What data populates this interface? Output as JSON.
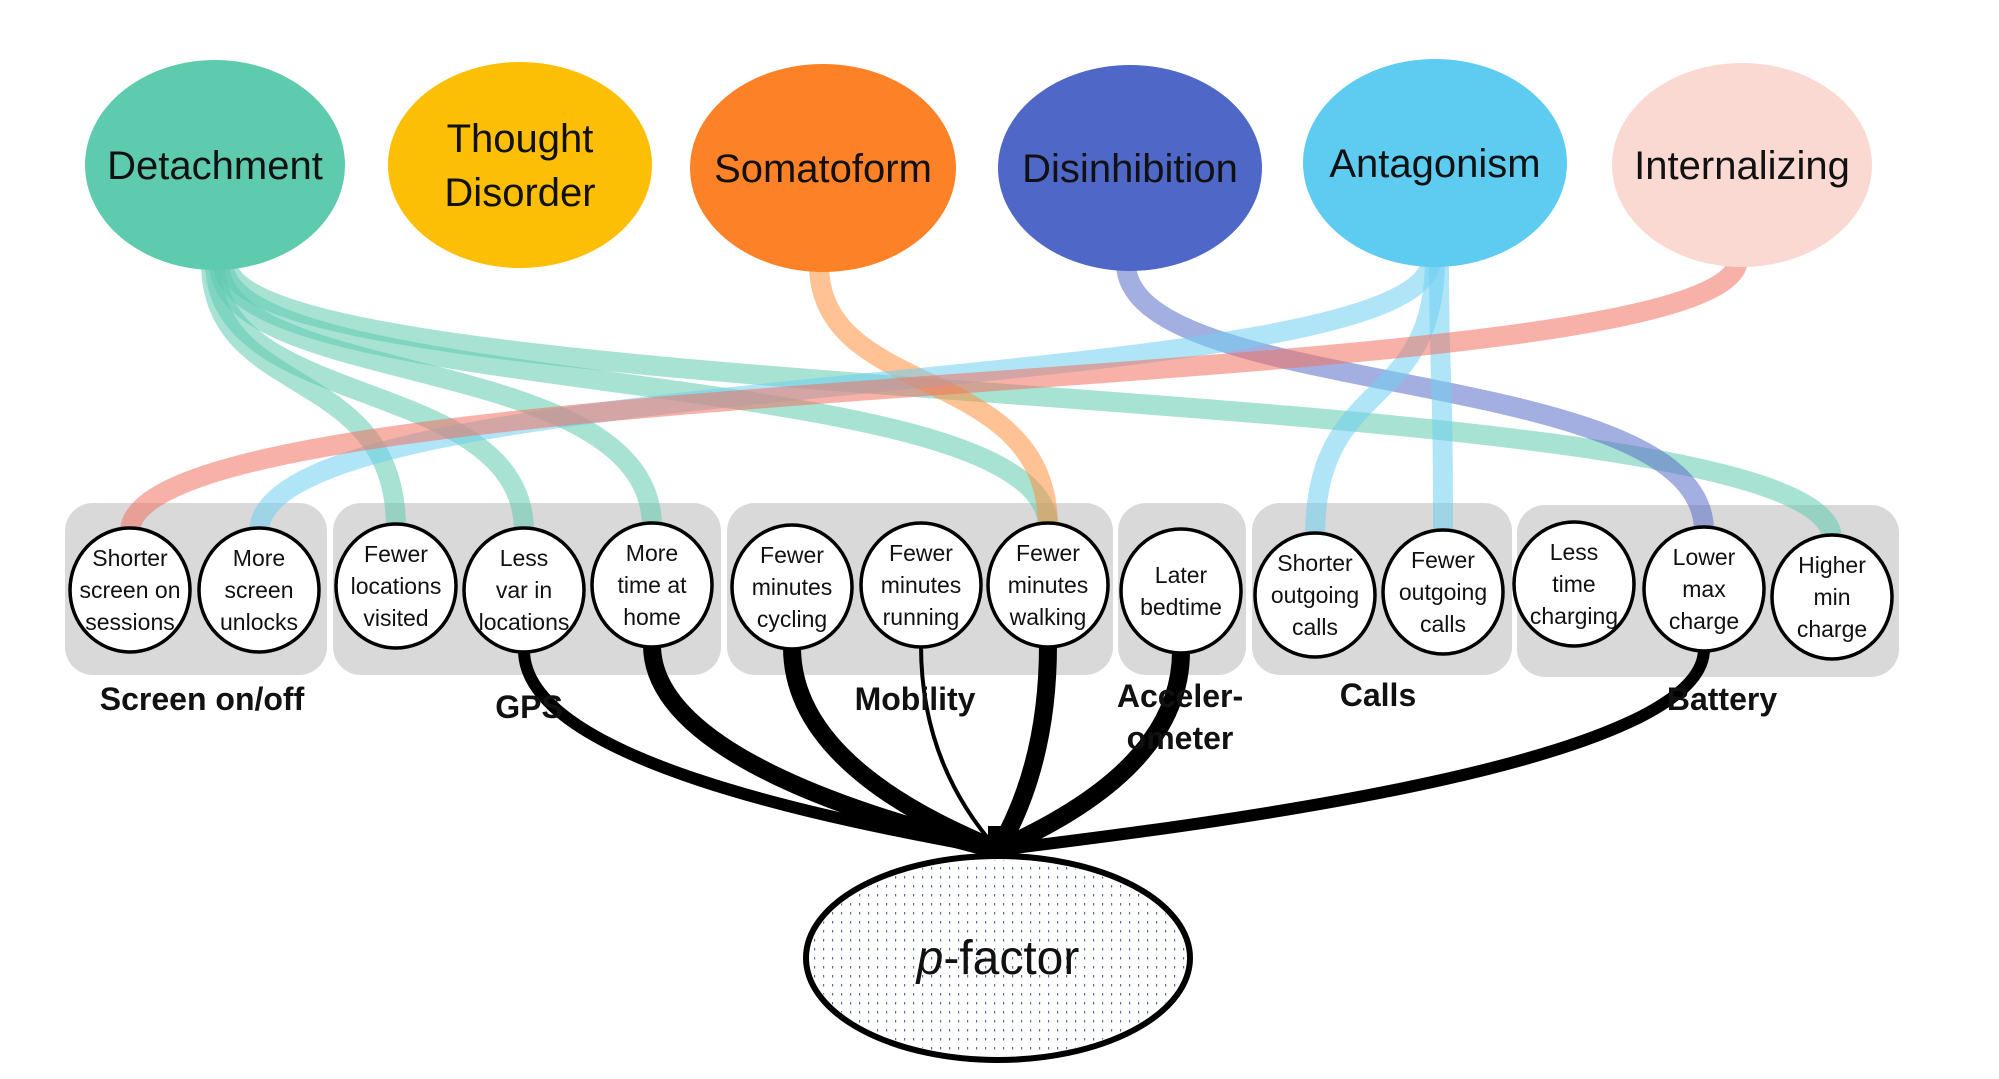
{
  "diagram": {
    "type": "hierarchical factor-to-feature network",
    "factors": [
      {
        "id": "detachment",
        "label_lines": [
          "Detachment"
        ],
        "color": "#5ecbae"
      },
      {
        "id": "thought_disorder",
        "label_lines": [
          "Thought",
          "Disorder"
        ],
        "color": "#fdbf06"
      },
      {
        "id": "somatoform",
        "label_lines": [
          "Somatoform"
        ],
        "color": "#fd8126"
      },
      {
        "id": "disinhibition",
        "label_lines": [
          "Disinhibition"
        ],
        "color": "#4f67c6"
      },
      {
        "id": "antagonism",
        "label_lines": [
          "Antagonism"
        ],
        "color": "#5ecbf0"
      },
      {
        "id": "internalizing",
        "label_lines": [
          "Internalizing"
        ],
        "color": "#fbd9d3"
      }
    ],
    "groups": [
      {
        "id": "screen",
        "label_lines": [
          "Screen on/off"
        ]
      },
      {
        "id": "gps",
        "label_lines": [
          "GPS"
        ]
      },
      {
        "id": "mobility",
        "label_lines": [
          "Mobility"
        ]
      },
      {
        "id": "accelerometer",
        "label_lines": [
          "Acceler-",
          "ometer"
        ]
      },
      {
        "id": "calls",
        "label_lines": [
          "Calls"
        ]
      },
      {
        "id": "battery",
        "label_lines": [
          "Battery"
        ]
      }
    ],
    "features": [
      {
        "id": "shorter_screen_on",
        "group": "screen",
        "label_lines": [
          "Shorter",
          "screen on",
          "sessions"
        ]
      },
      {
        "id": "more_screen_unlocks",
        "group": "screen",
        "label_lines": [
          "More",
          "screen",
          "unlocks"
        ]
      },
      {
        "id": "fewer_locations",
        "group": "gps",
        "label_lines": [
          "Fewer",
          "locations",
          "visited"
        ]
      },
      {
        "id": "less_var_locations",
        "group": "gps",
        "label_lines": [
          "Less",
          "var in",
          "locations"
        ]
      },
      {
        "id": "more_time_home",
        "group": "gps",
        "label_lines": [
          "More",
          "time at",
          "home"
        ]
      },
      {
        "id": "fewer_cycling",
        "group": "mobility",
        "label_lines": [
          "Fewer",
          "minutes",
          "cycling"
        ]
      },
      {
        "id": "fewer_running",
        "group": "mobility",
        "label_lines": [
          "Fewer",
          "minutes",
          "running"
        ]
      },
      {
        "id": "fewer_walking",
        "group": "mobility",
        "label_lines": [
          "Fewer",
          "minutes",
          "walking"
        ]
      },
      {
        "id": "later_bedtime",
        "group": "accelerometer",
        "label_lines": [
          "Later",
          "bedtime"
        ]
      },
      {
        "id": "shorter_outgoing_calls",
        "group": "calls",
        "label_lines": [
          "Shorter",
          "outgoing",
          "calls"
        ]
      },
      {
        "id": "fewer_outgoing_calls",
        "group": "calls",
        "label_lines": [
          "Fewer",
          "outgoing",
          "calls"
        ]
      },
      {
        "id": "less_time_charging",
        "group": "battery",
        "label_lines": [
          "Less",
          "time",
          "charging"
        ]
      },
      {
        "id": "lower_max_charge",
        "group": "battery",
        "label_lines": [
          "Lower",
          "max",
          "charge"
        ]
      },
      {
        "id": "higher_min_charge",
        "group": "battery",
        "label_lines": [
          "Higher",
          "min",
          "charge"
        ]
      }
    ],
    "factor_links": [
      {
        "from": "detachment",
        "to": "fewer_locations"
      },
      {
        "from": "detachment",
        "to": "less_var_locations"
      },
      {
        "from": "detachment",
        "to": "more_time_home"
      },
      {
        "from": "detachment",
        "to": "fewer_walking"
      },
      {
        "from": "detachment",
        "to": "higher_min_charge"
      },
      {
        "from": "somatoform",
        "to": "fewer_walking"
      },
      {
        "from": "disinhibition",
        "to": "lower_max_charge"
      },
      {
        "from": "antagonism",
        "to": "more_screen_unlocks"
      },
      {
        "from": "antagonism",
        "to": "shorter_outgoing_calls"
      },
      {
        "from": "antagonism",
        "to": "fewer_outgoing_calls"
      },
      {
        "from": "internalizing",
        "to": "shorter_screen_on"
      }
    ],
    "pfactor_links": [
      {
        "from": "less_var_locations",
        "strength": "medium"
      },
      {
        "from": "more_time_home",
        "strength": "strong"
      },
      {
        "from": "fewer_cycling",
        "strength": "strong"
      },
      {
        "from": "fewer_running",
        "strength": "weak"
      },
      {
        "from": "fewer_walking",
        "strength": "strong"
      },
      {
        "from": "later_bedtime",
        "strength": "strong"
      },
      {
        "from": "lower_max_charge",
        "strength": "medium"
      }
    ],
    "pfactor": {
      "label_italic": "p",
      "label_rest": "-factor"
    },
    "colors": {
      "group_box": "#d9d9d9",
      "pfactor_stroke": "#000000",
      "pfactor_dots": "#5a6aa0"
    }
  }
}
